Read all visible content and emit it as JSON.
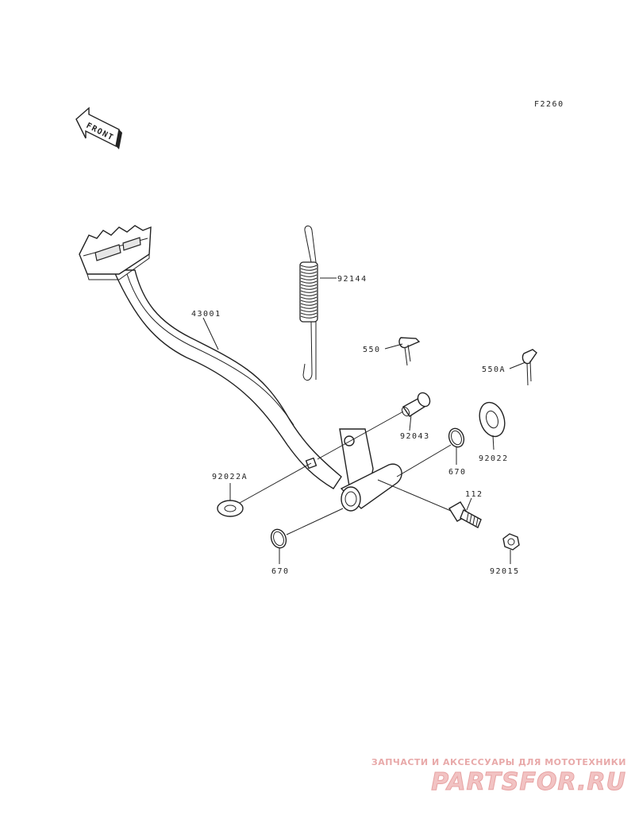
{
  "figure_code": "F2260",
  "front_label": "FRONT",
  "parts": {
    "pedal": "43001",
    "spring": "92144",
    "cotter_pin": "550",
    "cotter_pin_a": "550A",
    "pin": "92043",
    "washer_right": "92022",
    "washer_left": "92022A",
    "oring_right": "670",
    "oring_left": "670",
    "bolt": "112",
    "nut": "92015"
  },
  "watermark": {
    "tagline": "ЗАПЧАСТИ И АКСЕССУАРЫ ДЛЯ МОТОТЕХНИКИ",
    "brand": "PARTSFOR.RU"
  }
}
